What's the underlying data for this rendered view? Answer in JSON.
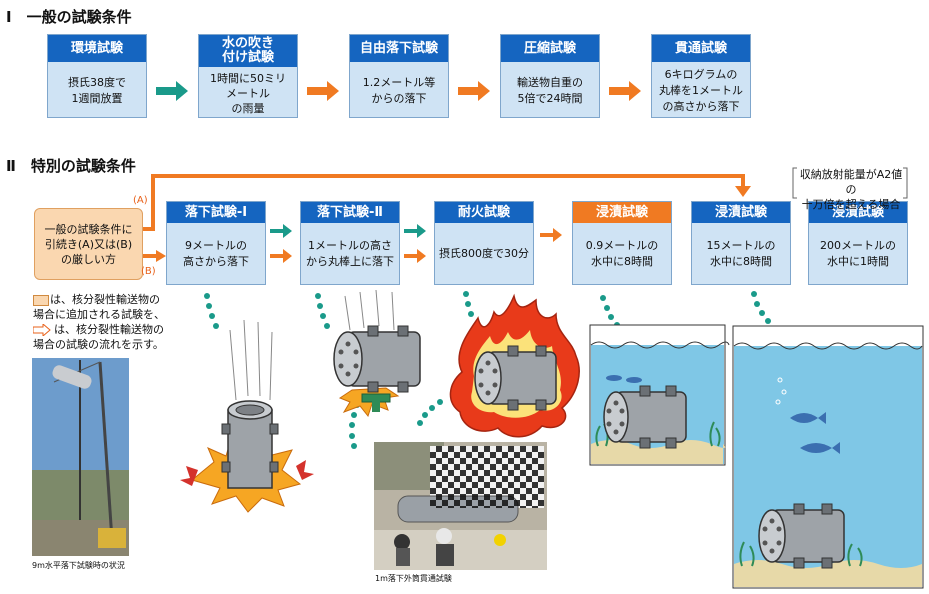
{
  "section1": {
    "title": "Ⅰ　一般の試験条件",
    "boxes": [
      {
        "header": "環境試験",
        "body": "摂氏38度で\n1週間放置"
      },
      {
        "header": "水の吹き\n付け試験",
        "body": "1時間に50ミリ\nメートル\nの雨量"
      },
      {
        "header": "自由落下試験",
        "body": "1.2メートル等\nからの落下"
      },
      {
        "header": "圧縮試験",
        "body": "輸送物自重の\n5倍で24時間"
      },
      {
        "header": "貫通試験",
        "body": "6キログラムの\n丸棒を1メートル\nの高さから落下"
      }
    ]
  },
  "section2": {
    "title": "Ⅱ　特別の試験条件",
    "start_box": "一般の試験条件に\n引続き(A)又は(B)\nの厳しい方",
    "label_a": "(A)",
    "label_b": "(B)",
    "boxes": [
      {
        "header": "落下試験-Ⅰ",
        "body": "9メートルの\n高さから落下",
        "accent": "blue"
      },
      {
        "header": "落下試験-Ⅱ",
        "body": "1メートルの高さ\nから丸棒上に落下",
        "accent": "blue"
      },
      {
        "header": "耐火試験",
        "body": "摂氏800度で30分",
        "accent": "blue"
      },
      {
        "header": "浸漬試験",
        "body": "0.9メートルの\n水中に8時間",
        "accent": "orange"
      },
      {
        "header": "浸漬試験",
        "body": "15メートルの\n水中に8時間",
        "accent": "blue"
      },
      {
        "header": "浸漬試験",
        "body": "200メートルの\n水中に1時間",
        "accent": "blue"
      }
    ],
    "callout": "収納放射能量がA2値の\n十万倍を超える場合"
  },
  "legend": {
    "line1": "は、核分裂性輸送物の",
    "line2": "場合に追加される試験を、",
    "line3": "は、核分裂性輸送物の",
    "line4": "場合の試験の流れを示す。"
  },
  "captions": {
    "photo1": "9m水平落下試験時の状況",
    "photo2": "1m落下外筒貫通試験"
  },
  "colors": {
    "header_blue": "#1565c0",
    "header_orange": "#f07a22",
    "box_fill": "#cfe3f4",
    "arrow_teal": "#1a9a8a",
    "arrow_orange": "#f07a22",
    "start_fill": "#fad7b0"
  }
}
